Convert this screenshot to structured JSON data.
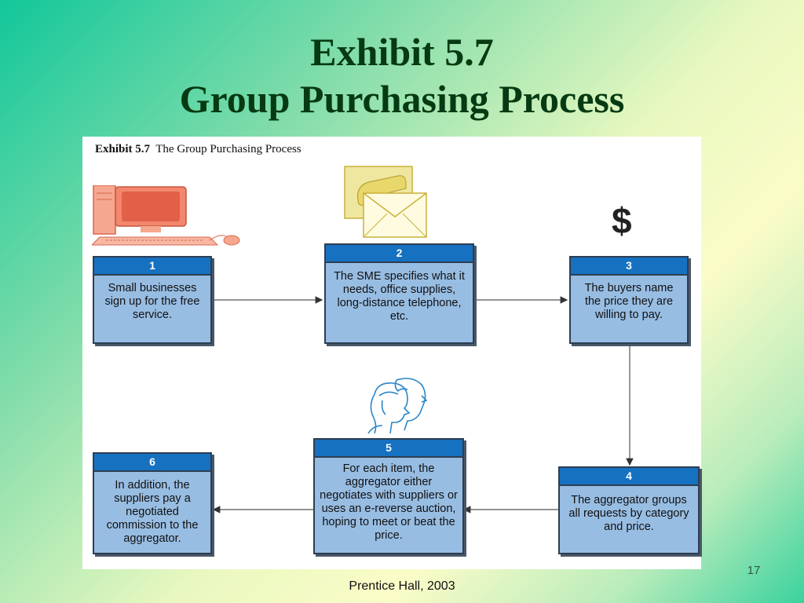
{
  "slide": {
    "title_line1": "Exhibit 5.7",
    "title_line2": "Group Purchasing Process",
    "footer": "Prentice Hall, 2003",
    "page_number": "17"
  },
  "figure": {
    "caption_bold": "Exhibit 5.7",
    "caption_text": "The Group Purchasing Process",
    "icons": [
      "computer-icon",
      "mail-icon",
      "dollar-icon",
      "people-icon"
    ],
    "dollar_symbol": "$",
    "steps": [
      {
        "number": "1",
        "text": "Small businesses sign up for the free service."
      },
      {
        "number": "2",
        "text": "The SME specifies what it needs, office supplies, long-distance telephone, etc."
      },
      {
        "number": "3",
        "text": "The buyers name the price they are willing to pay."
      },
      {
        "number": "4",
        "text": "The aggregator groups all requests by category and price."
      },
      {
        "number": "5",
        "text": "For each item, the aggregator either negotiates with suppliers or uses an e-reverse auction, hoping to meet or beat the price."
      },
      {
        "number": "6",
        "text": "In addition, the suppliers pay a negotiated commission to the aggregator."
      }
    ],
    "flow": [
      "1 → 2",
      "2 → 3",
      "3 → 4",
      "4 → 5",
      "5 → 6"
    ],
    "colors": {
      "box_fill": "#98bde3",
      "header_fill": "#1671c1",
      "title_color": "#063a12"
    }
  }
}
